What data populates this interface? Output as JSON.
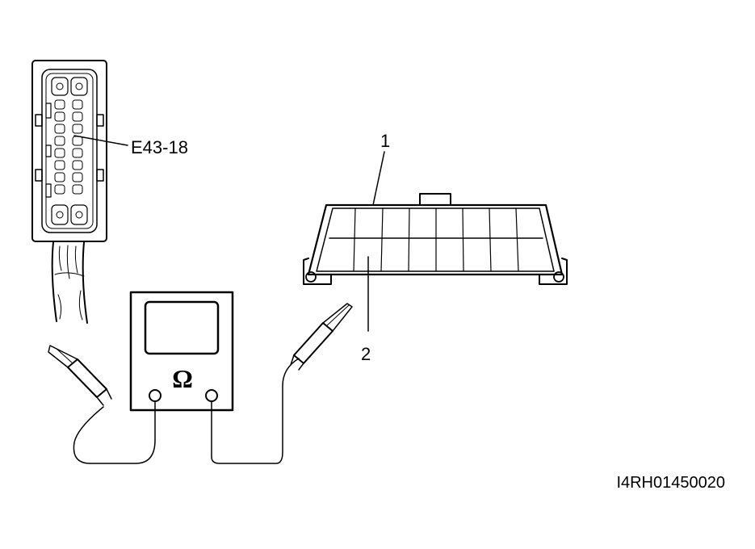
{
  "labels": {
    "connector_terminal": "E43-18",
    "callout_1": "1",
    "callout_2": "2",
    "meter_symbol": "Ω",
    "figure_code": "I4RH01450020"
  }
}
